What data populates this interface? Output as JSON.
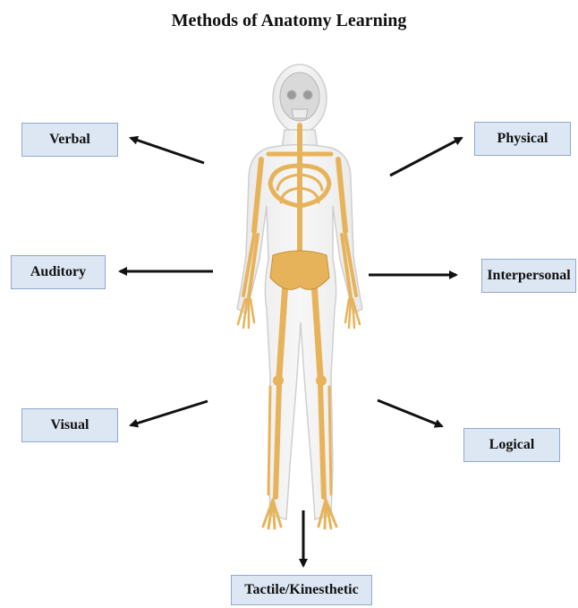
{
  "title": "Methods of Anatomy Learning",
  "center": {
    "label": "",
    "icon": "human-skeleton"
  },
  "methods": [
    {
      "id": "verbal",
      "label": "Verbal"
    },
    {
      "id": "physical",
      "label": "Physical"
    },
    {
      "id": "auditory",
      "label": "Auditory"
    },
    {
      "id": "interpersonal",
      "label": "Interpersonal"
    },
    {
      "id": "visual",
      "label": "Visual"
    },
    {
      "id": "logical",
      "label": "Logical"
    },
    {
      "id": "tactile",
      "label": "Tactile/Kinesthetic"
    }
  ],
  "colors": {
    "box_fill": "#dde7f4",
    "box_border": "#8fa9cf",
    "bone": "#e7b35a",
    "bone_dark": "#c98f34",
    "body_outline": "#d4d4d4",
    "arrow": "#111111"
  }
}
